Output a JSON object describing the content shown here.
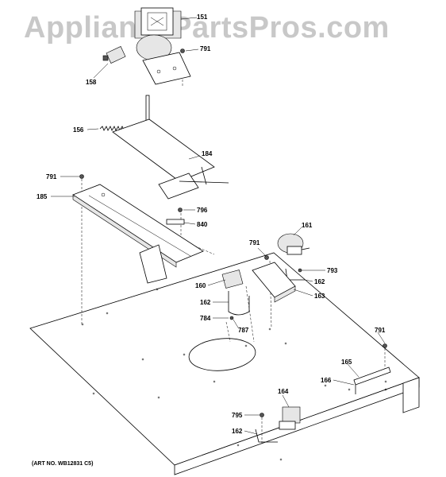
{
  "watermark": "AppliancePartsPros.com",
  "art_number": "(ART NO. WB12831 C5)",
  "callouts": [
    {
      "label": "151"
    },
    {
      "label": "791"
    },
    {
      "label": "158"
    },
    {
      "label": "156"
    },
    {
      "label": "184"
    },
    {
      "label": "791"
    },
    {
      "label": "185"
    },
    {
      "label": "796"
    },
    {
      "label": "840"
    },
    {
      "label": "791"
    },
    {
      "label": "161"
    },
    {
      "label": "793"
    },
    {
      "label": "160"
    },
    {
      "label": "162"
    },
    {
      "label": "163"
    },
    {
      "label": "162"
    },
    {
      "label": "784"
    },
    {
      "label": "787"
    },
    {
      "label": "791"
    },
    {
      "label": "165"
    },
    {
      "label": "166"
    },
    {
      "label": "164"
    },
    {
      "label": "795"
    },
    {
      "label": "162"
    }
  ]
}
